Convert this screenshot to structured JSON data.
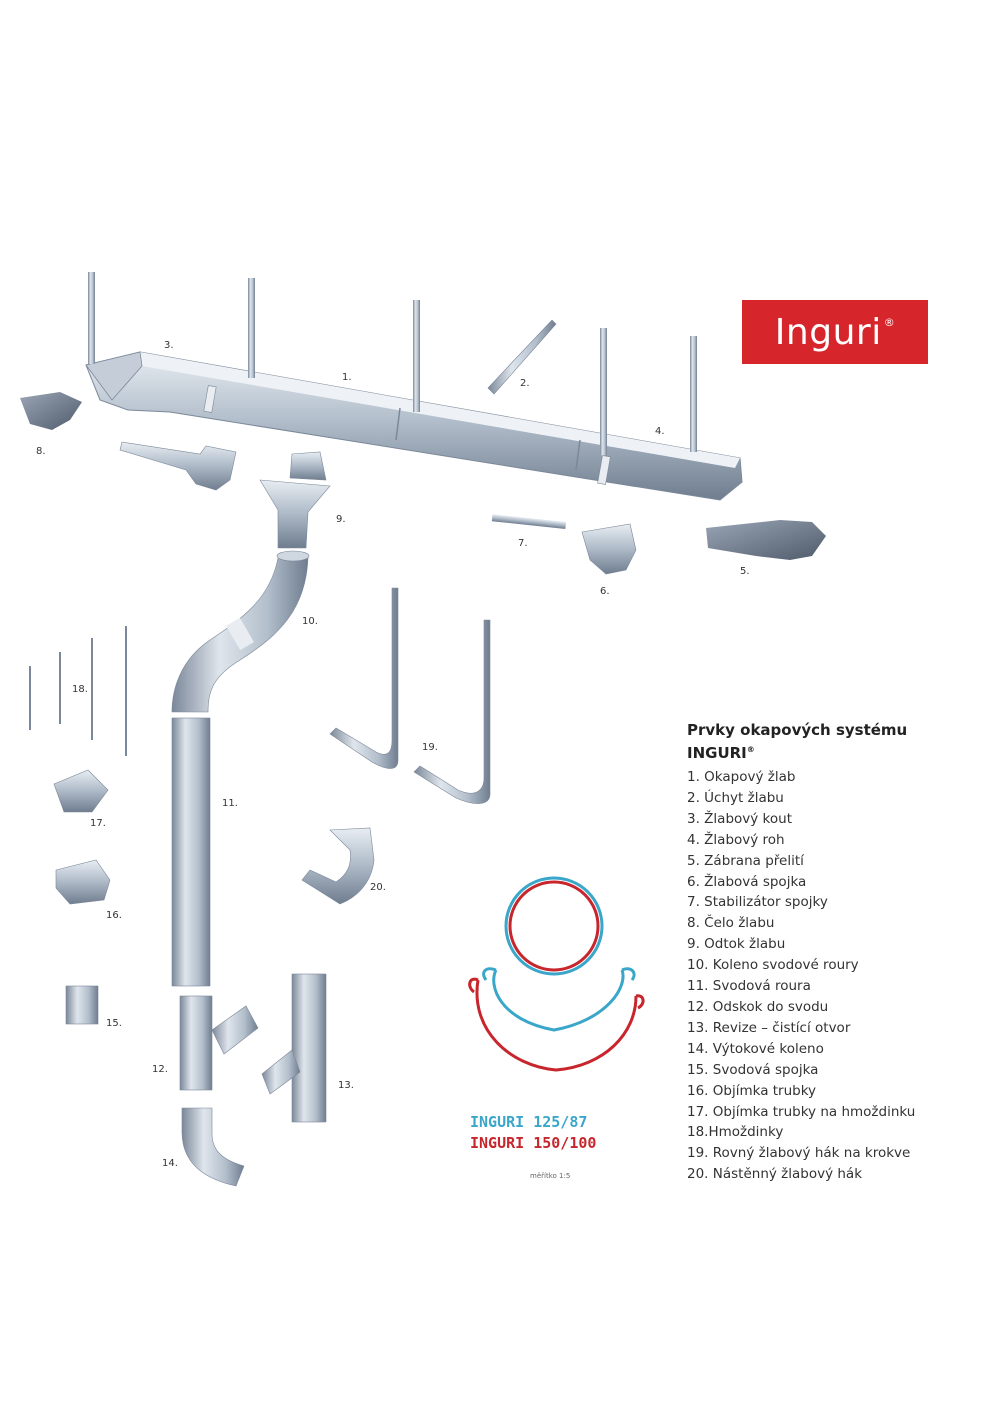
{
  "logo": {
    "text": "Inguri",
    "mark": "®",
    "color": "#d7262b"
  },
  "legend": {
    "title_line1": "Prvky okapových systému",
    "title_line2": "INGURI",
    "title_mark": "®",
    "items": [
      "1. Okapový žlab",
      "2. Úchyt žlabu",
      "3. Žlabový kout",
      "4. Žlabový roh",
      "5. Zábrana přelití",
      "6. Žlabová spojka",
      "7. Stabilizátor spojky",
      "8. Čelo žlabu",
      "9. Odtok žlabu",
      "10. Koleno svodové roury",
      "11. Svodová roura",
      "12. Odskok do svodu",
      "13. Revize – čistící otvor",
      "14. Výtokové koleno",
      "15. Svodová spojka",
      "16. Objímka trubky",
      "17. Objímka trubky na hmoždinku",
      "18.Hmoždinky",
      "19. Rovný žlabový hák na krokve",
      "20. Nástěnný žlabový hák"
    ]
  },
  "part_labels": [
    "1.",
    "2.",
    "3.",
    "4.",
    "5.",
    "6.",
    "7.",
    "8.",
    "9.",
    "10.",
    "11.",
    "12.",
    "13.",
    "14.",
    "15.",
    "16.",
    "17.",
    "18.",
    "19.",
    "20."
  ],
  "profiles": {
    "label_small": "INGURI 125/87",
    "label_large": "INGURI 150/100",
    "scale": "měřítko 1:5",
    "color_small": "#3aa6c9",
    "color_large": "#c8262d"
  },
  "colors": {
    "metal": "#a9b5c4",
    "metal_dark": "#6f7d8f",
    "metal_light": "#dfe5ec"
  }
}
